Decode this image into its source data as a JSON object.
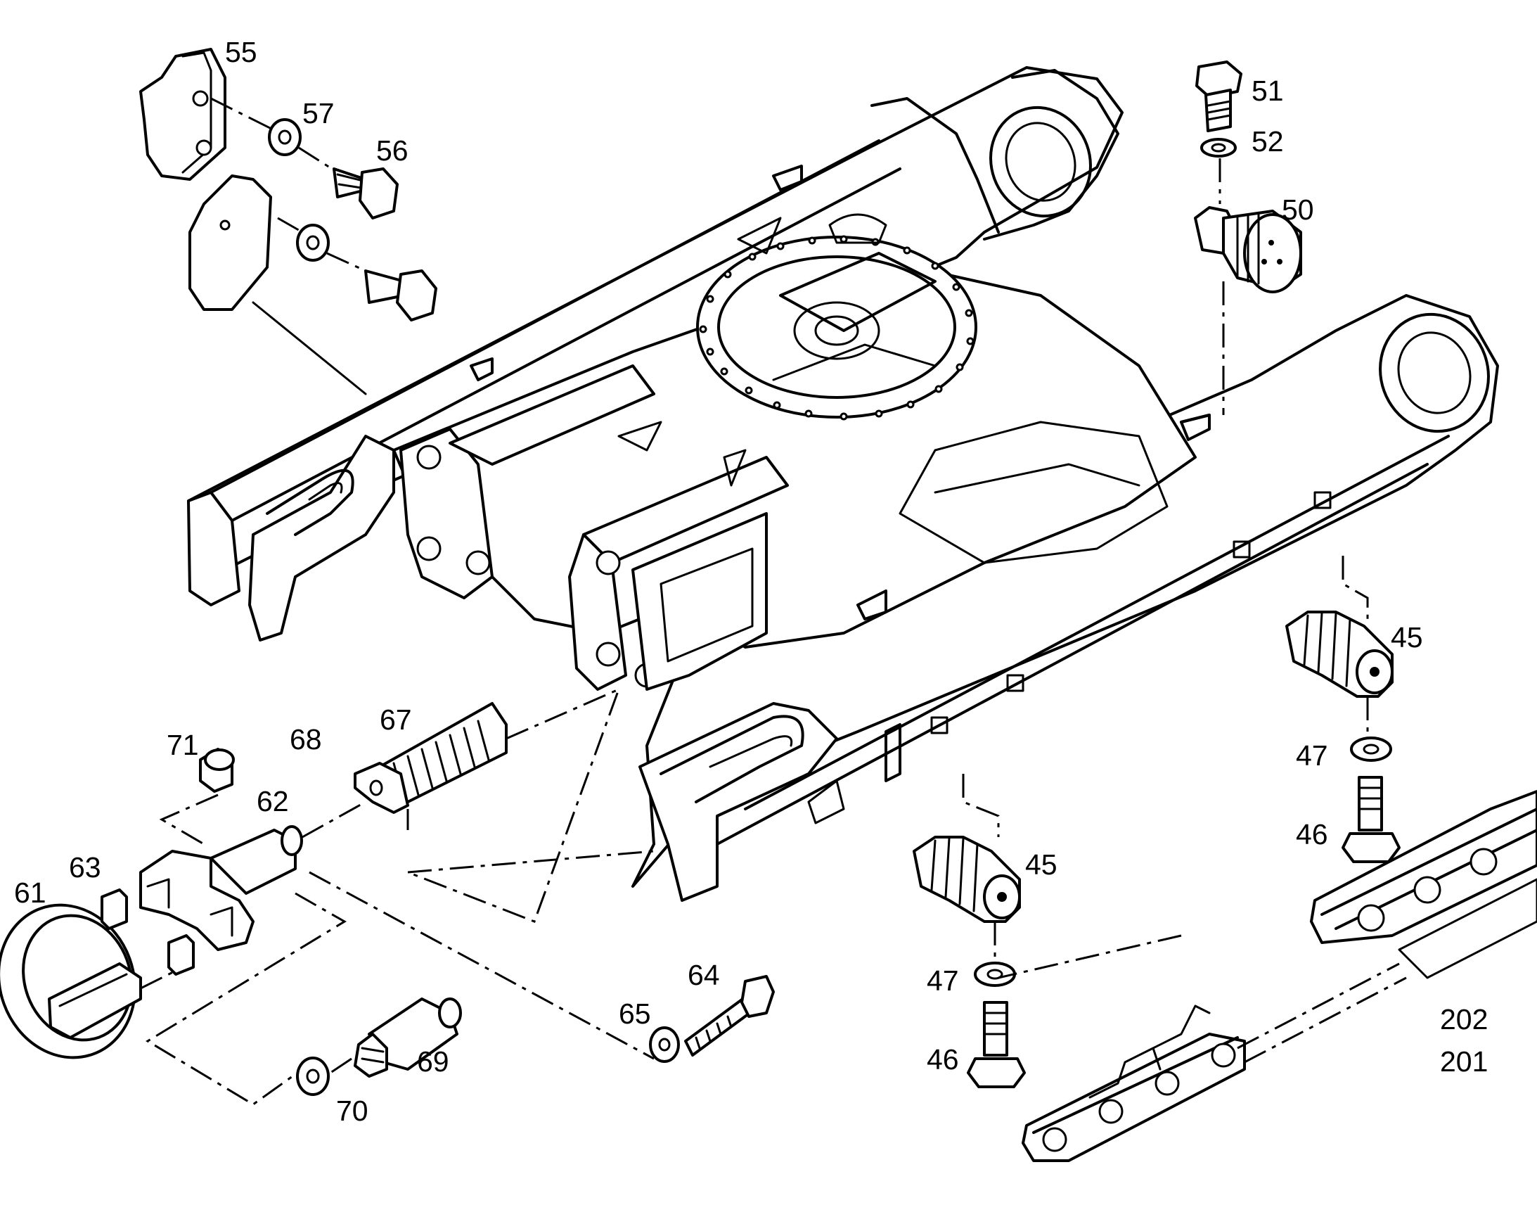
{
  "diagram": {
    "labels": {
      "p55": "55",
      "p57": "57",
      "p56": "56",
      "p51": "51",
      "p52": "52",
      "p50": "50",
      "p45a": "45",
      "p47a": "47",
      "p46a": "46",
      "p45b": "45",
      "p47b": "47",
      "p46b": "46",
      "p71": "71",
      "p68": "68",
      "p67": "67",
      "p62": "62",
      "p63": "63",
      "p61": "61",
      "p64": "64",
      "p65": "65",
      "p69": "69",
      "p70": "70",
      "p202": "202",
      "p201": "201"
    }
  }
}
